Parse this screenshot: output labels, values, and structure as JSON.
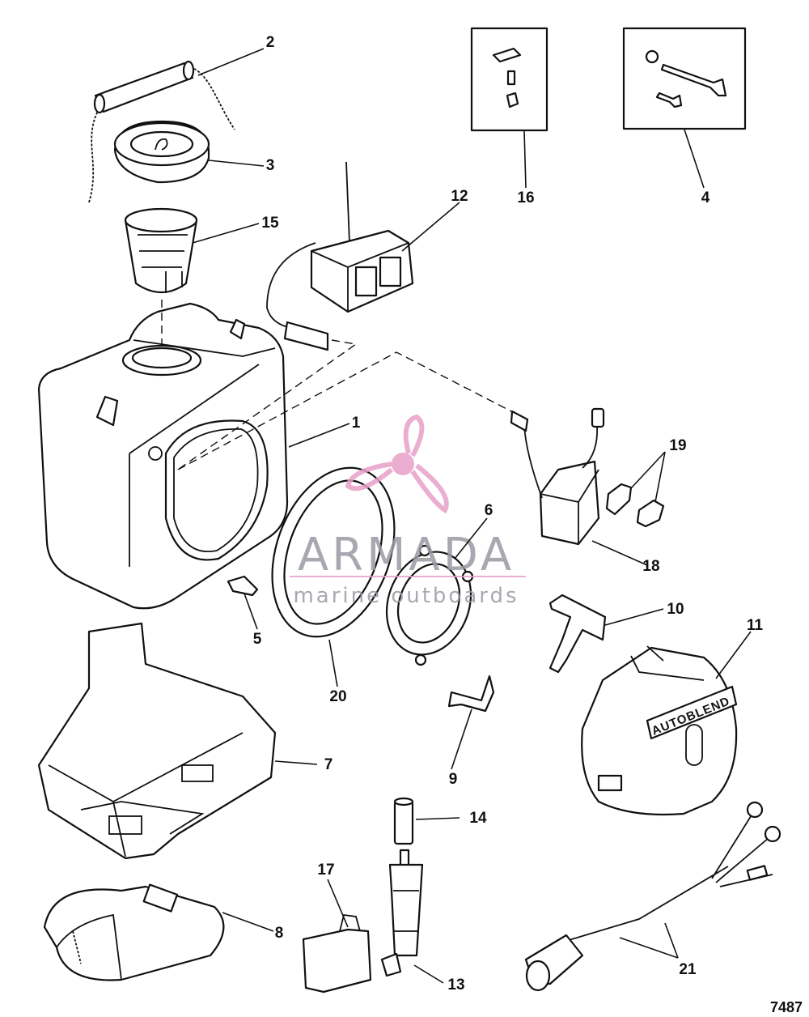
{
  "callouts": [
    {
      "id": "c1",
      "label": "1"
    },
    {
      "id": "c2",
      "label": "2"
    },
    {
      "id": "c3",
      "label": "3"
    },
    {
      "id": "c4",
      "label": "4"
    },
    {
      "id": "c5",
      "label": "5"
    },
    {
      "id": "c6",
      "label": "6"
    },
    {
      "id": "c7",
      "label": "7"
    },
    {
      "id": "c8",
      "label": "8"
    },
    {
      "id": "c9",
      "label": "9"
    },
    {
      "id": "c10",
      "label": "10"
    },
    {
      "id": "c11",
      "label": "11"
    },
    {
      "id": "c12",
      "label": "12"
    },
    {
      "id": "c13",
      "label": "13"
    },
    {
      "id": "c14",
      "label": "14"
    },
    {
      "id": "c15",
      "label": "15"
    },
    {
      "id": "c16",
      "label": "16"
    },
    {
      "id": "c17",
      "label": "17"
    },
    {
      "id": "c18",
      "label": "18"
    },
    {
      "id": "c19",
      "label": "19"
    },
    {
      "id": "c20",
      "label": "20"
    },
    {
      "id": "c21",
      "label": "21"
    }
  ],
  "part_marking": "AUTOBLEND",
  "figure_number": "7487",
  "watermark": {
    "brand": "ARMADA",
    "tagline": "marine outboards",
    "logo_color": "#e8a0c8"
  }
}
